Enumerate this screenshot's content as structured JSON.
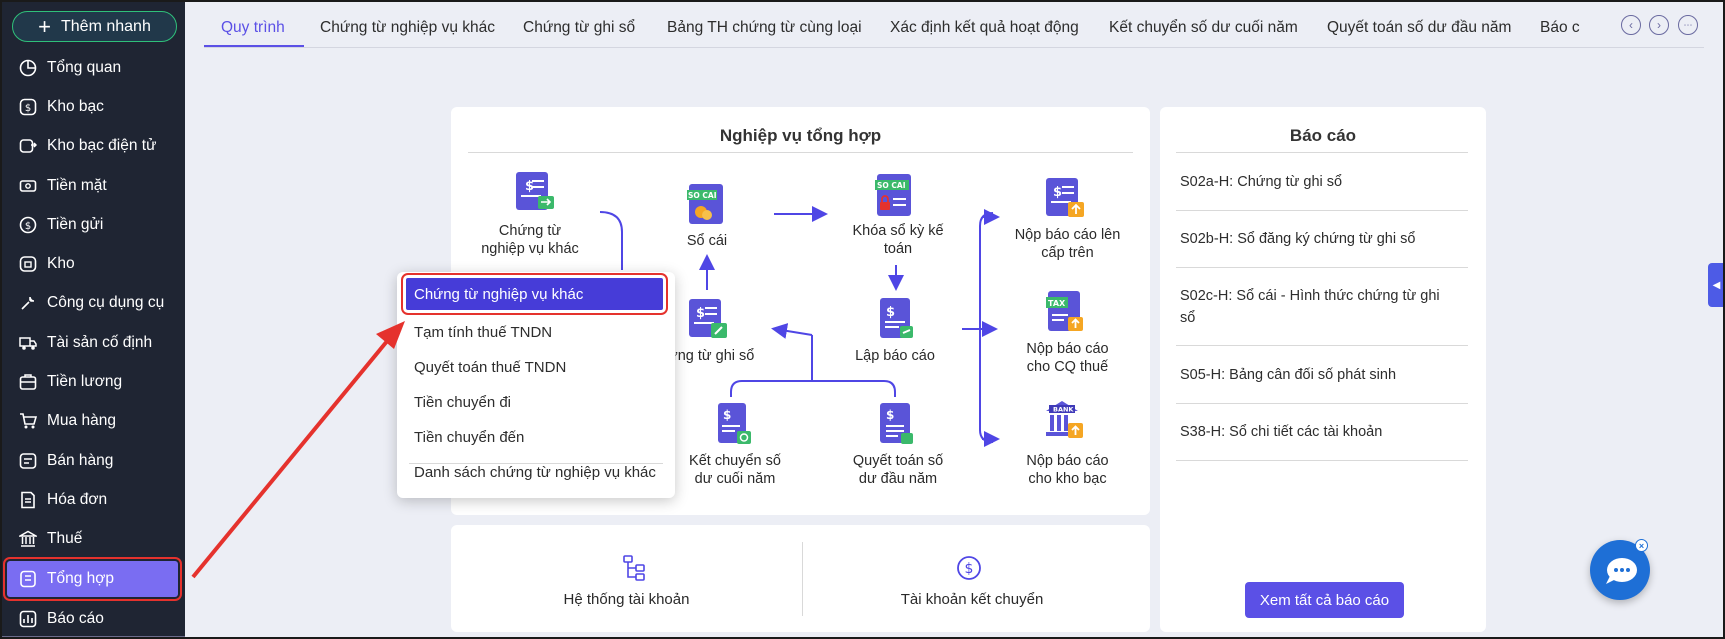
{
  "sidebar": {
    "quick_add": "Thêm nhanh",
    "items": [
      {
        "label": "Tổng quan",
        "icon": "pie-chart-icon"
      },
      {
        "label": "Kho bạc",
        "icon": "treasury-icon"
      },
      {
        "label": "Kho bạc điện tử",
        "icon": "e-treasury-icon"
      },
      {
        "label": "Tiền mặt",
        "icon": "cash-icon"
      },
      {
        "label": "Tiền gửi",
        "icon": "deposit-icon"
      },
      {
        "label": "Kho",
        "icon": "warehouse-icon"
      },
      {
        "label": "Công cụ dụng cụ",
        "icon": "tools-icon"
      },
      {
        "label": "Tài sản cố định",
        "icon": "truck-icon"
      },
      {
        "label": "Tiền lương",
        "icon": "salary-icon"
      },
      {
        "label": "Mua hàng",
        "icon": "cart-icon"
      },
      {
        "label": "Bán hàng",
        "icon": "sales-icon"
      },
      {
        "label": "Hóa đơn",
        "icon": "invoice-icon"
      },
      {
        "label": "Thuế",
        "icon": "bank-icon"
      },
      {
        "label": "Tổng hợp",
        "icon": "summary-icon",
        "active": true
      },
      {
        "label": "Báo cáo",
        "icon": "report-icon"
      }
    ]
  },
  "tabs": [
    {
      "label": "Quy trình",
      "active": true
    },
    {
      "label": "Chứng từ nghiệp vụ khác"
    },
    {
      "label": "Chứng từ ghi sổ"
    },
    {
      "label": "Bảng TH chứng từ cùng loại"
    },
    {
      "label": "Xác định kết quả hoạt động"
    },
    {
      "label": "Kết chuyển số dư cuối năm"
    },
    {
      "label": "Quyết toán số dư đầu năm"
    },
    {
      "label": "Báo c"
    }
  ],
  "workflow": {
    "title": "Nghiệp vụ tổng hợp",
    "nodes": {
      "chung_tu_nvk_line1": "Chứng từ",
      "chung_tu_nvk_line2": "nghiệp vụ khác",
      "so_cai": "Sổ cái",
      "so_cai_badge": "SO CAI",
      "khoa_so_line1": "Khóa sổ kỳ kế",
      "khoa_so_line2": "toán",
      "nop_cap_tren_line1": "Nộp báo cáo lên",
      "nop_cap_tren_line2": "cấp trên",
      "chung_tu_ghi_so": "ứng từ ghi sổ",
      "lap_bao_cao": "Lập báo cáo",
      "nop_thue_line1": "Nộp báo cáo",
      "nop_thue_line2": "cho CQ thuế",
      "tax_badge": "TAX",
      "ket_chuyen_line1": "Kết chuyển số",
      "ket_chuyen_line2": "dư cuối năm",
      "quyet_toan_line1": "Quyết toán số",
      "quyet_toan_line2": "dư đầu năm",
      "nop_kho_bac_line1": "Nộp báo cáo",
      "nop_kho_bac_line2": "cho kho bạc",
      "bank_badge": "BANK"
    }
  },
  "bottom": {
    "accounts": "Hệ thống tài khoản",
    "transfer_accounts": "Tài khoản kết chuyển"
  },
  "reports": {
    "title": "Báo cáo",
    "items": [
      "S02a-H: Chứng từ ghi sổ",
      "S02b-H: Sổ đăng ký chứng từ ghi sổ",
      "S02c-H: Sổ cái - Hình thức chứng từ ghi",
      "sổ",
      "S05-H: Bảng cân đối số phát sinh",
      "S38-H: Sổ chi tiết các tài khoản"
    ],
    "see_all": "Xem tất cả báo cáo"
  },
  "dropdown": {
    "items": [
      "Chứng từ nghiệp vụ khác",
      "Tạm tính thuế TNDN",
      "Quyết toán thuế TNDN",
      "Tiền chuyển đi",
      "Tiền chuyển đến",
      "Danh sách chứng từ nghiệp vụ khác"
    ]
  },
  "colors": {
    "accent": "#5b50e6",
    "sidebar_bg": "#1f2533",
    "highlight": "#e5322d"
  }
}
